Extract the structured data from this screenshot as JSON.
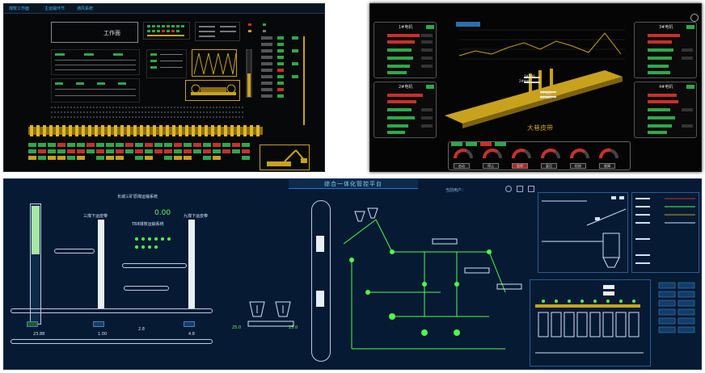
{
  "panel1": {
    "menu": [
      "煤炭工作面",
      "主运输环节",
      "通风系统"
    ],
    "workface_label": "工作面"
  },
  "panel2": {
    "belt_label": "大巷皮带",
    "machines": [
      "1#电机",
      "2#电机",
      "3#电机",
      "4#电机"
    ],
    "belt_tags": [
      "3#电机",
      "2#电机",
      "1#电机",
      "4#电机"
    ],
    "buttons": [
      "启动",
      "停止",
      "急停",
      "复位",
      "检修",
      "故障"
    ]
  },
  "panel3": {
    "title": "综合一体化管控平台",
    "system_name": "长城三矿原煤运输系统",
    "counter_value": "0.00",
    "left_bunker": "三煤下运皮带",
    "right_bunker": "九煤下运皮带",
    "mid_label": "TB8煤炭运输系统",
    "user_label": "当前用户：",
    "level_values": [
      "23.88",
      "1.00",
      "4.8"
    ],
    "bottom_values": [
      "25.0",
      "25.0"
    ],
    "distance_value": "2.8"
  },
  "colors": {
    "green": "#2ea84a",
    "red": "#c8302a",
    "gold": "#c9a21d"
  }
}
